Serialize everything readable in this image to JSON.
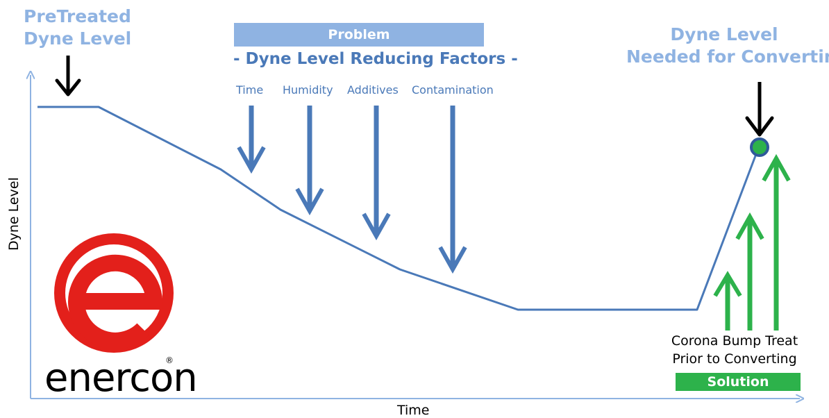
{
  "left_label": {
    "line1": "PreTreated",
    "line2": "Dyne Level"
  },
  "right_label": {
    "line1": "Dyne Level",
    "line2": "Needed for Converting"
  },
  "problem": {
    "title": "Problem",
    "subtitle": "- Dyne Level Reducing Factors -",
    "factors": [
      "Time",
      "Humidity",
      "Additives",
      "Contamination"
    ]
  },
  "axes": {
    "y_label": "Dyne Level",
    "x_label": "Time"
  },
  "solution": {
    "line1": "Corona Bump Treat",
    "line2": "Prior to Converting",
    "title": "Solution"
  },
  "logo": {
    "wordmark": "enercon",
    "registered": "®"
  },
  "colors": {
    "line": "#4a79b8",
    "light_blue": "#8fb3e2",
    "green": "#2db24b",
    "logo_red": "#e3201b",
    "axis": "#8fb3e2"
  }
}
